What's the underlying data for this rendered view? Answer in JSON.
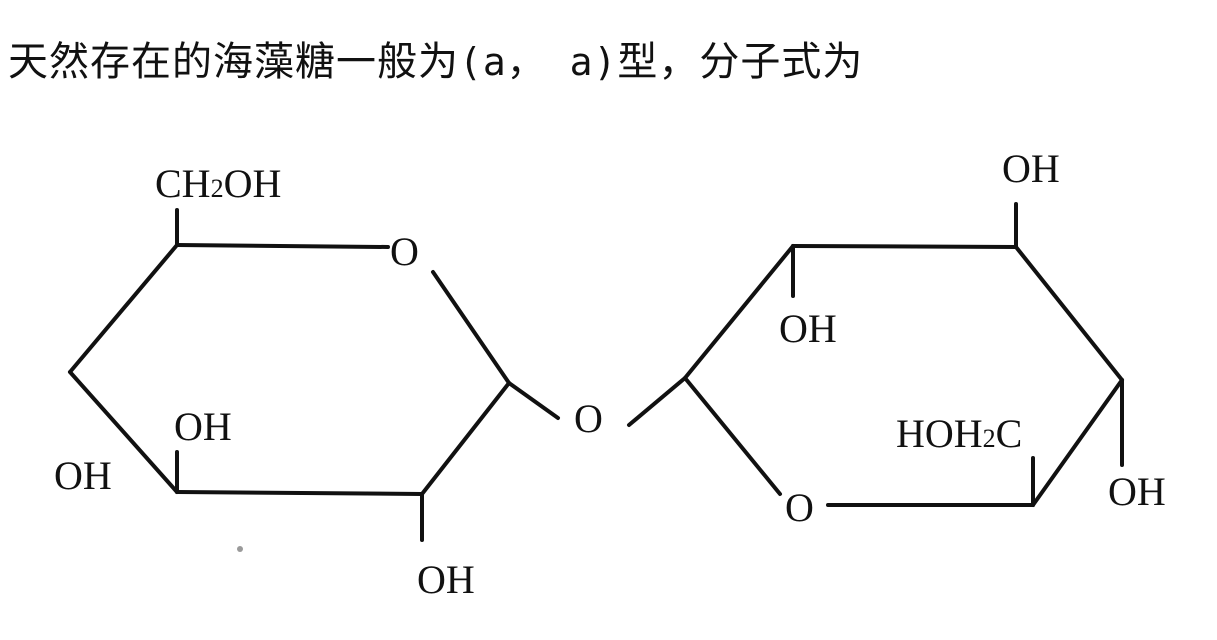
{
  "caption": {
    "text_before": "天然存在的海藻糖一般为",
    "latin_part": "(a， a)",
    "text_after": "型，分子式为",
    "full_text": "天然存在的海藻糖一般为(a， a)型，分子式为"
  },
  "molecule": {
    "name": "trehalose (α,α)",
    "left_ring": {
      "ring_oxygen": "O",
      "substituents": {
        "top": {
          "main": "CH",
          "sub": "2",
          "tail": "OH"
        },
        "inner_oh": "OH",
        "left_oh": "OH",
        "bottom_oh": "OH"
      }
    },
    "bridge_oxygen": "O",
    "right_ring": {
      "ring_oxygen": "O",
      "substituents": {
        "top_right_oh": "OH",
        "inner_oh": "OH",
        "right_oh": "OH",
        "ch2oh": {
          "head": "HOH",
          "sub": "2",
          "tail": "C"
        }
      }
    }
  },
  "colors": {
    "ink": "#111111",
    "background": "#ffffff"
  }
}
